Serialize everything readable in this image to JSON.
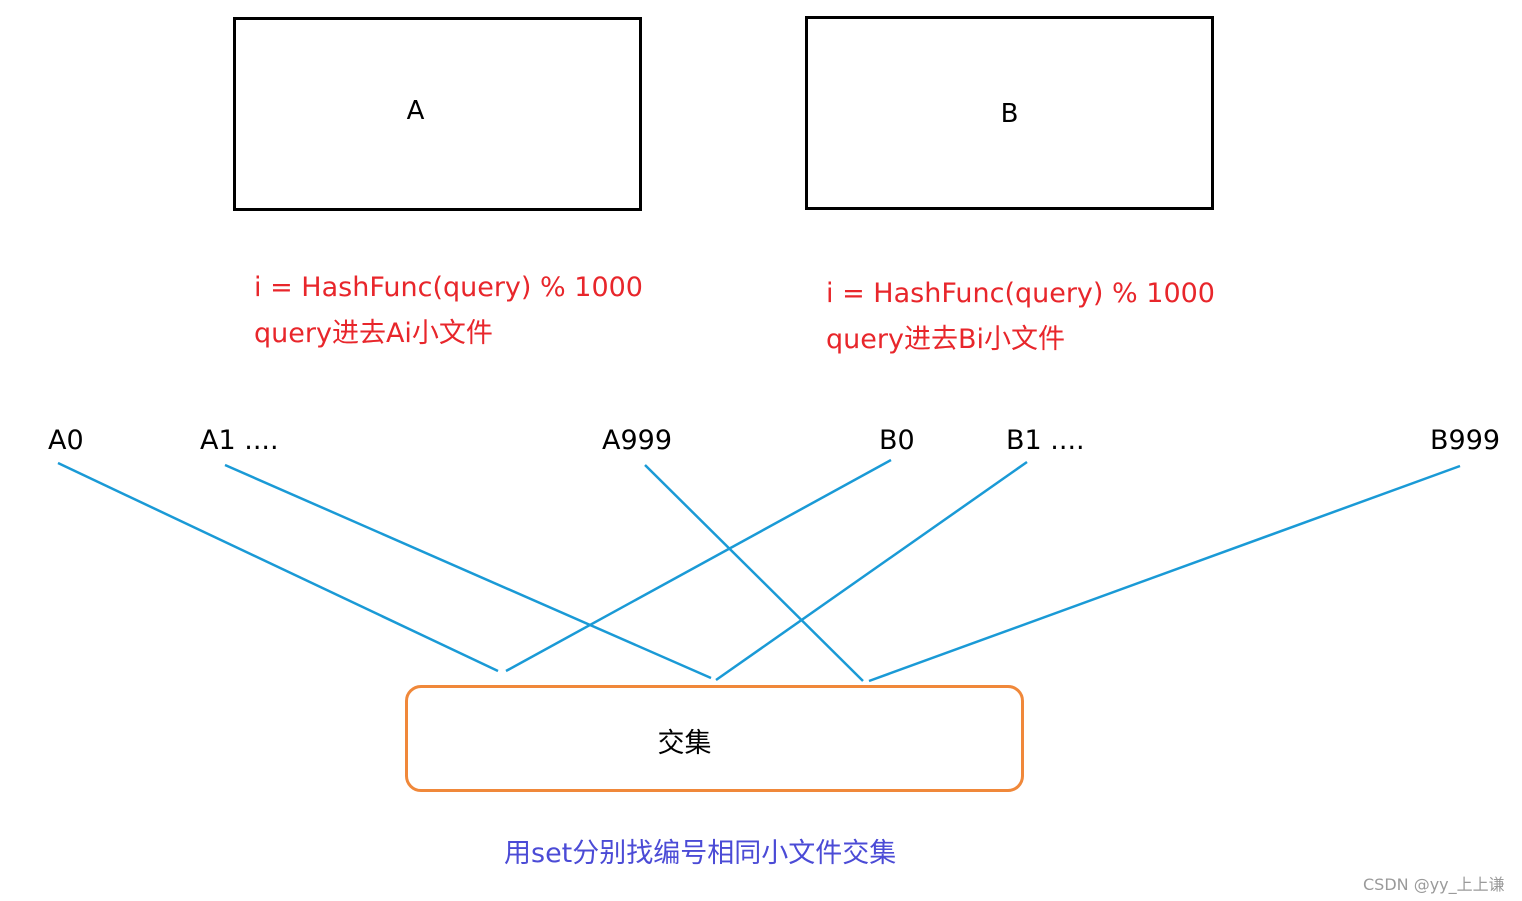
{
  "colors": {
    "box_border": "#000000",
    "note_text": "#e8262b",
    "wire": "#1a9ad6",
    "intersect_border": "#f0883a",
    "caption_text": "#4b4bd6",
    "watermark_text": "#9a9a9a"
  },
  "box_a": {
    "label": "A"
  },
  "box_b": {
    "label": "B"
  },
  "note_a": {
    "line1": "i = HashFunc(query) % 1000",
    "line2": "query进去Ai小文件"
  },
  "note_b": {
    "line1": "i = HashFunc(query) % 1000",
    "line2": "query进去Bi小文件"
  },
  "files": {
    "a0": "A0",
    "a1": "A1 ....",
    "a999": "A999",
    "b0": "B0",
    "b1": "B1 ....",
    "b999": "B999"
  },
  "intersect": {
    "label": "交集"
  },
  "caption": "用set分别找编号相同小文件交集",
  "watermark": "CSDN @yy_上上谦"
}
